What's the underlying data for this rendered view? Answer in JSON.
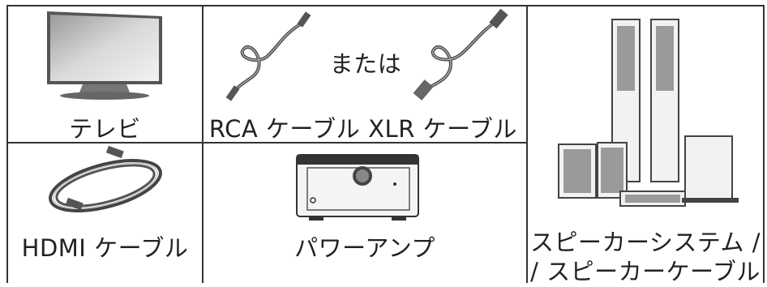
{
  "items": {
    "tv": {
      "label": "テレビ"
    },
    "rca": {
      "label": "RCA ケーブル"
    },
    "or_text": "または",
    "xlr": {
      "label": "XLR ケーブル"
    },
    "hdmi": {
      "label": "HDMI ケーブル"
    },
    "amp": {
      "label": "パワーアンプ"
    },
    "speakers": {
      "label_line1": "スピーカーシステム /",
      "label_line2": "/ スピーカーケーブル"
    }
  }
}
